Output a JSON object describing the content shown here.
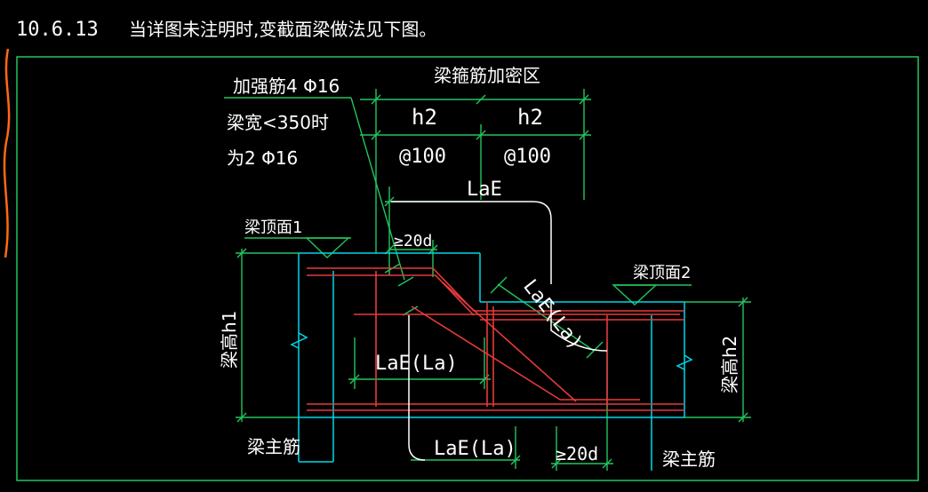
{
  "header": {
    "section_number": "10.6.13",
    "caption": "当详图未注明时,变截面梁做法见下图。"
  },
  "labels": {
    "stirrup_dense_zone": "梁箍筋加密区",
    "h2_left": "h2",
    "h2_right": "h2",
    "spacing_left": "@100",
    "spacing_right": "@100",
    "lae_top": "LaE",
    "extra_bar_line1": "加强筋4 Φ16",
    "extra_bar_line2": "梁宽<350时",
    "extra_bar_line3": "为2 Φ16",
    "beam_top_1": "梁顶面1",
    "beam_top_2": "梁顶面2",
    "min_20d_top": "≥20d",
    "lae_la_diagonal": "LaE(La)",
    "lae_la_mid": "LaE(La)",
    "lae_la_bottom": "LaE(La)",
    "min_20d_bottom": "≥20d",
    "beam_height_1": "梁高h1",
    "beam_height_2": "梁高h2",
    "main_bar_left": "梁主筋",
    "main_bar_right": "梁主筋"
  },
  "colors": {
    "background": "#000000",
    "frame": "#22c55e",
    "beam_outline": "#00d8e8",
    "rebar": "#e83a3a",
    "text": "#ffffff",
    "edge_curve": "#ff6a13"
  }
}
